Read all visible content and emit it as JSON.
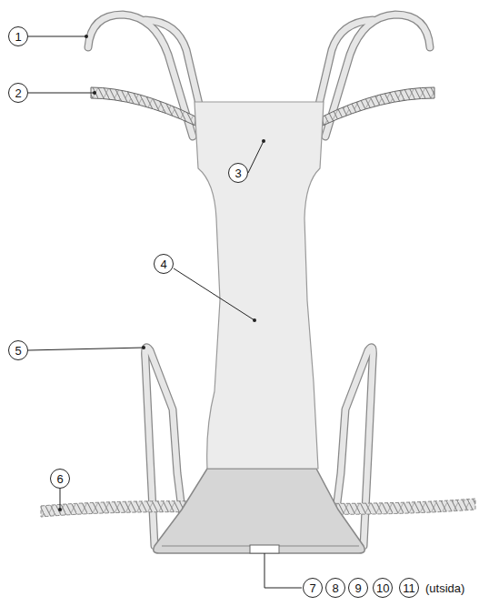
{
  "diagram": {
    "labels": [
      "1",
      "2",
      "3",
      "4",
      "5",
      "6",
      "7",
      "8",
      "9",
      "10",
      "11",
      "(utsida)"
    ]
  }
}
